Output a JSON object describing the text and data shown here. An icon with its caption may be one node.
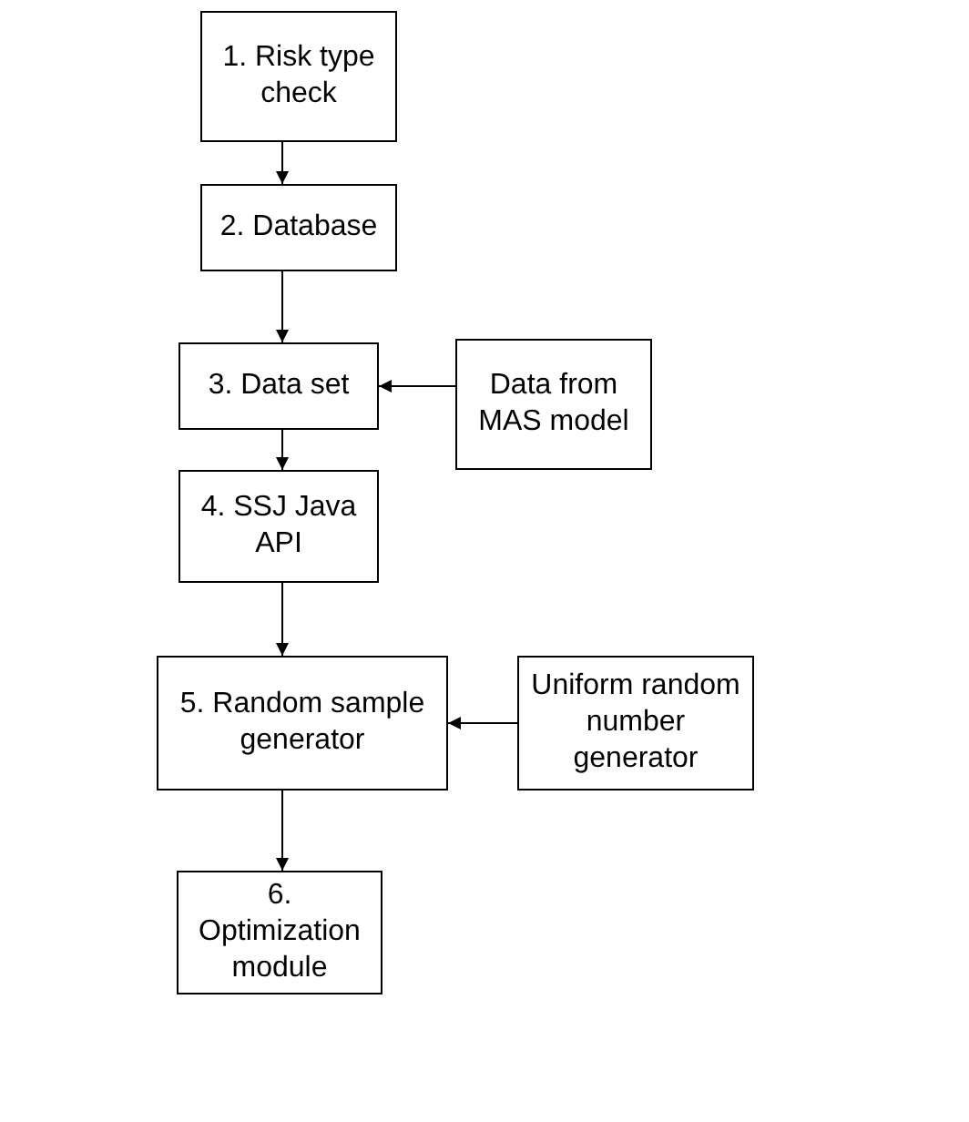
{
  "diagram": {
    "nodes": [
      {
        "text": [
          "1. Risk type check"
        ]
      },
      {
        "text": [
          "2. Database"
        ]
      },
      {
        "text": [
          "3. Data set"
        ]
      },
      {
        "text": [
          "Data from MAS model"
        ]
      },
      {
        "text": [
          "4. SSJ Java API"
        ]
      },
      {
        "text": [
          "5. Random sample generator"
        ]
      },
      {
        "text": [
          "Uniform random number generator"
        ]
      },
      {
        "text": [
          "6. Optimization module"
        ]
      }
    ],
    "edges": [
      {
        "from": 0,
        "to": 1,
        "arrow": "to"
      },
      {
        "from": 1,
        "to": 2,
        "arrow": "to"
      },
      {
        "from": 3,
        "to": 2,
        "arrow": "to"
      },
      {
        "from": 2,
        "to": 4,
        "arrow": "to"
      },
      {
        "from": 4,
        "to": 5,
        "arrow": "to"
      },
      {
        "from": 6,
        "to": 5,
        "arrow": "to"
      },
      {
        "from": 5,
        "to": 7,
        "arrow": "to"
      }
    ]
  }
}
